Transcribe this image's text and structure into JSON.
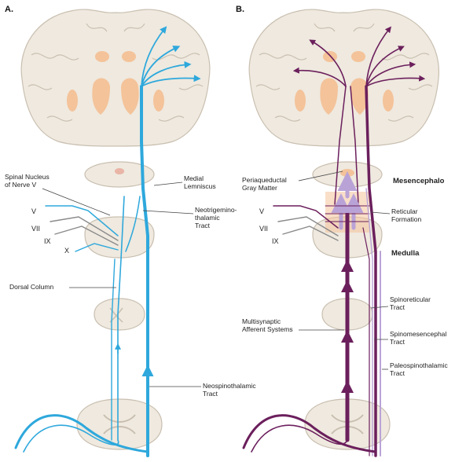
{
  "panels": {
    "a": {
      "letter": "A."
    },
    "b": {
      "letter": "B."
    }
  },
  "labels_a": {
    "spinal_nucleus_line1": "Spinal Nucleus",
    "spinal_nucleus_line2": "of Nerve V",
    "medial_lemniscus_line1": "Medial",
    "medial_lemniscus_line2": "Lemniscus",
    "neotrigemino_line1": "Neotrigemino-",
    "neotrigemino_line2": "thalamic",
    "neotrigemino_line3": "Tract",
    "nerve_v": "V",
    "nerve_vii": "VII",
    "nerve_ix": "IX",
    "nerve_x": "X",
    "dorsal_column": "Dorsal Column",
    "neospinothalamic_line1": "Neospinothalamic",
    "neospinothalamic_line2": "Tract"
  },
  "labels_b": {
    "periaqueductal_line1": "Periaqueductal",
    "periaqueductal_line2": "Gray Matter",
    "mesencephalon": "Mesencephalo",
    "nerve_v": "V",
    "nerve_vii": "VII",
    "nerve_ix": "IX",
    "reticular_line1": "Reticular",
    "reticular_line2": "Formation",
    "medulla": "Medulla",
    "spinoreticular_line1": "Spinoreticular",
    "spinoreticular_line2": "Tract",
    "multisynaptic_line1": "Multisynaptic",
    "multisynaptic_line2": "Afferent Systems",
    "spinomesencephal_line1": "Spinomesencephal",
    "spinomesencephal_line2": "Tract",
    "paleospinothalamic_line1": "Paleospinothalamic",
    "paleospinothalamic_line2": "Tract"
  },
  "colors": {
    "panel_a_pathway": "#2ea8dc",
    "panel_b_pathway": "#6b1f5c",
    "panel_b_light": "#b9a3d6",
    "tissue": "#efe9df",
    "tissue_outline": "#c9bfb0",
    "nuclei": "#f4c39a"
  }
}
